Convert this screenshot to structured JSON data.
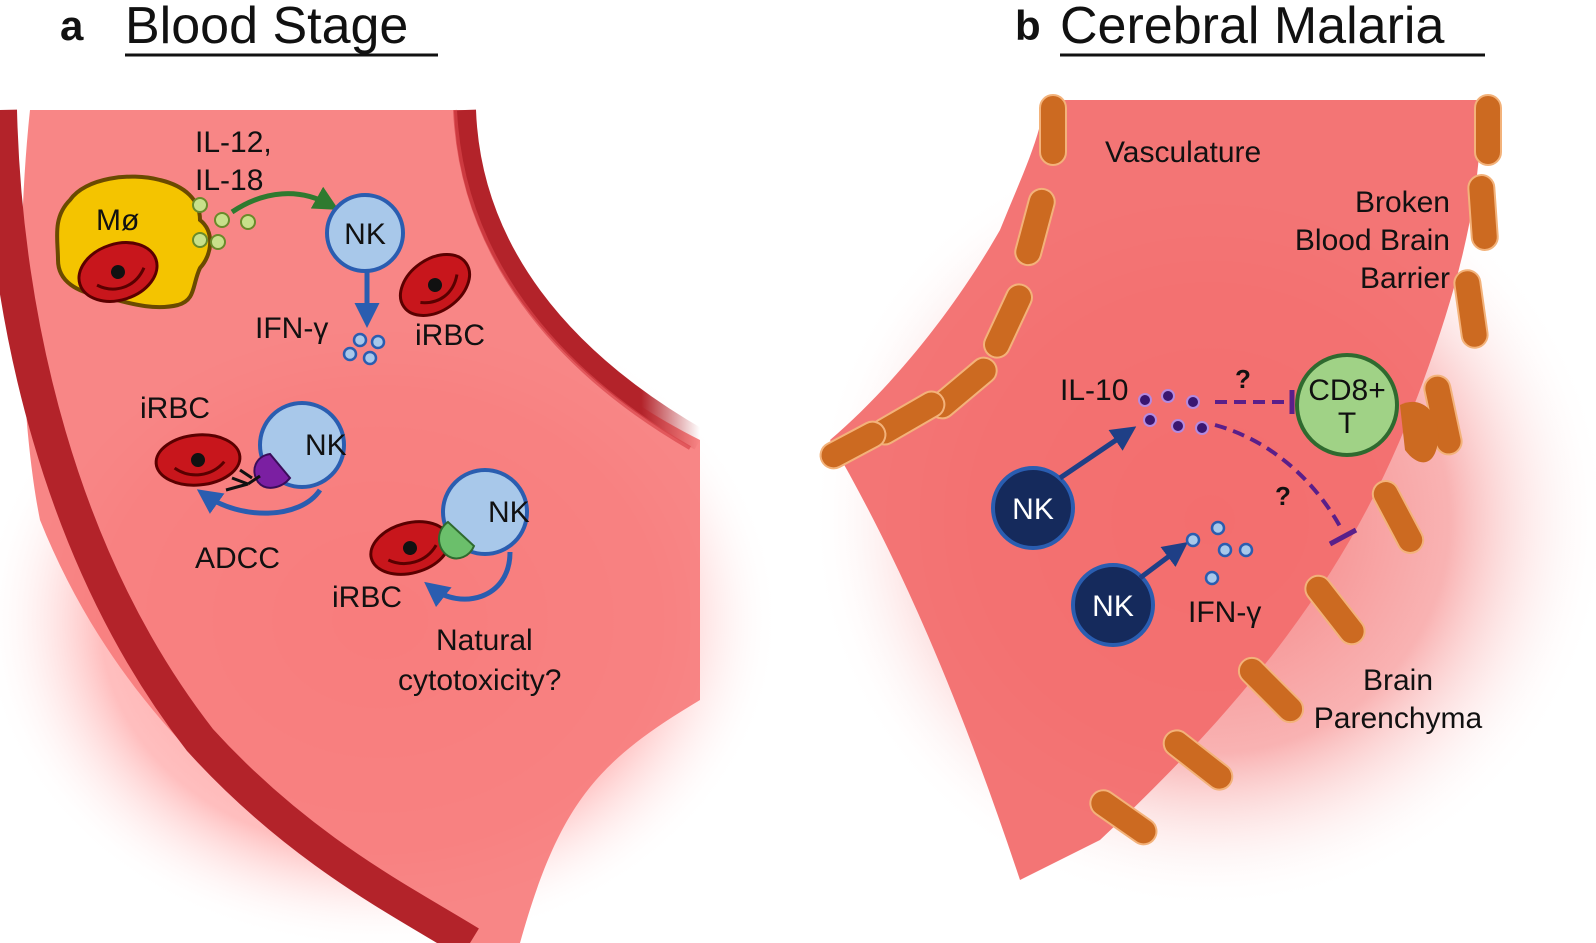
{
  "panel_a": {
    "letter": "a",
    "title": "Blood Stage",
    "labels": {
      "macrophage": "Mø",
      "cytokines_line1": "IL-12,",
      "cytokines_line2": "IL-18",
      "nk": "NK",
      "ifn": "IFN-γ",
      "irbc": "iRBC",
      "adcc": "ADCC",
      "natural_line1": "Natural",
      "natural_line2": "cytotoxicity?"
    }
  },
  "panel_b": {
    "letter": "b",
    "title": "Cerebral Malaria",
    "labels": {
      "vasculature": "Vasculature",
      "bbb_line1": "Broken",
      "bbb_line2": "Blood Brain",
      "bbb_line3": "Barrier",
      "il10": "IL-10",
      "question": "?",
      "cd8_line1": "CD8+",
      "cd8_line2": "T",
      "nk": "NK",
      "ifn": "IFN-γ",
      "brain_line1": "Brain",
      "brain_line2": "Parenchyma"
    }
  },
  "colors": {
    "blood": "#f77c7c",
    "vessel_wall": "#b3232a",
    "rbc": "#c8161c",
    "macrophage": "#f4c400",
    "nk_light": "#a8c8ea",
    "nk_dark": "#152a5c",
    "cd8": "#a0d286",
    "endothelial": "#cc6a21",
    "arrow_blue": "#2a5db0",
    "arrow_green": "#2f7a2f",
    "inhibit_purple": "#5a1f8a"
  }
}
